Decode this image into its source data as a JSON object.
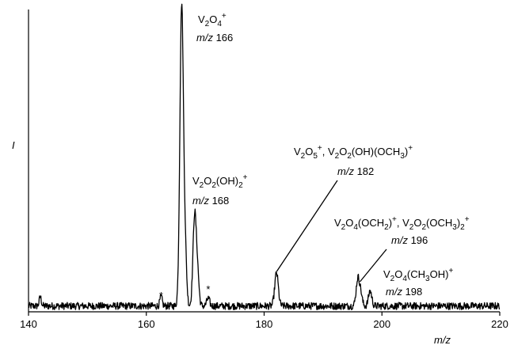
{
  "chart_data": {
    "type": "line",
    "xlabel": "m/z",
    "ylabel": "I",
    "xlim": [
      140,
      220
    ],
    "ylim": [
      0,
      100
    ],
    "x_ticks": [
      140,
      160,
      180,
      200,
      220
    ],
    "x_tick_labels": [
      "140",
      "160",
      "180",
      "200",
      "220"
    ],
    "grid": false,
    "legend": "none",
    "baseline_noise": 1.2,
    "peaks": [
      {
        "x": 142.0,
        "height": 3.0,
        "width": 0.18
      },
      {
        "x": 162.5,
        "height": 3.0,
        "width": 0.2
      },
      {
        "x": 166.0,
        "height": 100.0,
        "width": 0.3
      },
      {
        "x": 166.6,
        "height": 16.0,
        "width": 0.25
      },
      {
        "x": 168.2,
        "height": 30.0,
        "width": 0.28
      },
      {
        "x": 168.7,
        "height": 10.0,
        "width": 0.25
      },
      {
        "x": 170.5,
        "height": 2.5,
        "width": 0.25
      },
      {
        "x": 182.1,
        "height": 11.0,
        "width": 0.3
      },
      {
        "x": 195.9,
        "height": 9.0,
        "width": 0.28
      },
      {
        "x": 196.4,
        "height": 4.0,
        "width": 0.25
      },
      {
        "x": 198.0,
        "height": 5.0,
        "width": 0.28
      }
    ],
    "annotations": [
      {
        "formula": [
          {
            "t": "V"
          },
          {
            "t": "2",
            "s": "sub"
          },
          {
            "t": "O"
          },
          {
            "t": "4",
            "s": "sub"
          },
          {
            "t": "+",
            "s": "sup"
          }
        ],
        "mz_prefix": "m/z",
        "mz": "166",
        "x": 166.5
      },
      {
        "formula": [
          {
            "t": "V"
          },
          {
            "t": "2",
            "s": "sub"
          },
          {
            "t": "O"
          },
          {
            "t": "2",
            "s": "sub"
          },
          {
            "t": "(OH)"
          },
          {
            "t": "2",
            "s": "sub"
          },
          {
            "t": "+",
            "s": "sup"
          }
        ],
        "mz_prefix": "m/z",
        "mz": "168",
        "x": 168.3
      },
      {
        "formula": [
          {
            "t": "V"
          },
          {
            "t": "2",
            "s": "sub"
          },
          {
            "t": "O"
          },
          {
            "t": "5",
            "s": "sub"
          },
          {
            "t": "+",
            "s": "sup"
          },
          {
            "t": ", V"
          },
          {
            "t": "2",
            "s": "sub"
          },
          {
            "t": "O"
          },
          {
            "t": "2",
            "s": "sub"
          },
          {
            "t": "(OH)(OCH"
          },
          {
            "t": "3",
            "s": "sub"
          },
          {
            "t": ")"
          },
          {
            "t": "+",
            "s": "sup"
          }
        ],
        "mz_prefix": "m/z",
        "mz": "182",
        "x": 182.0
      },
      {
        "formula": [
          {
            "t": "V"
          },
          {
            "t": "2",
            "s": "sub"
          },
          {
            "t": "O"
          },
          {
            "t": "4",
            "s": "sub"
          },
          {
            "t": "(OCH"
          },
          {
            "t": "2",
            "s": "sub"
          },
          {
            "t": ")"
          },
          {
            "t": "+",
            "s": "sup"
          },
          {
            "t": ", V"
          },
          {
            "t": "2",
            "s": "sub"
          },
          {
            "t": "O"
          },
          {
            "t": "2",
            "s": "sub"
          },
          {
            "t": "(OCH"
          },
          {
            "t": "3",
            "s": "sub"
          },
          {
            "t": ")"
          },
          {
            "t": "2",
            "s": "sub"
          },
          {
            "t": "+",
            "s": "sup"
          }
        ],
        "mz_prefix": "m/z",
        "mz": "196",
        "x": 196.0
      },
      {
        "formula": [
          {
            "t": "V"
          },
          {
            "t": "2",
            "s": "sub"
          },
          {
            "t": "O"
          },
          {
            "t": "4",
            "s": "sub"
          },
          {
            "t": "(CH"
          },
          {
            "t": "3",
            "s": "sub"
          },
          {
            "t": "OH)"
          },
          {
            "t": "+",
            "s": "sup"
          }
        ],
        "mz_prefix": "m/z",
        "mz": "198",
        "x": 198.0
      }
    ],
    "asterisks": [
      {
        "label": "*",
        "x": 162.5
      },
      {
        "label": "*",
        "x": 170.5
      }
    ]
  }
}
